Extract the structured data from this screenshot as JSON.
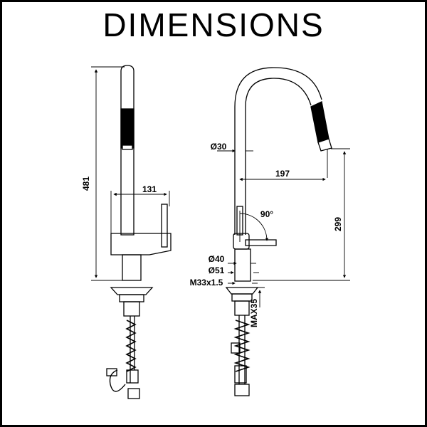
{
  "title": "DIMENSIONS",
  "labels": {
    "height_total": "481",
    "reach_side": "131",
    "pipe_diameter": "Ø30",
    "spout_reach": "197",
    "rotation": "90°",
    "spout_height": "299",
    "base_diameter": "Ø40",
    "flange_diameter": "Ø51",
    "thread": "M33x1.5",
    "max_thickness": "MAX35"
  },
  "colors": {
    "line": "#000000",
    "background": "#ffffff"
  }
}
